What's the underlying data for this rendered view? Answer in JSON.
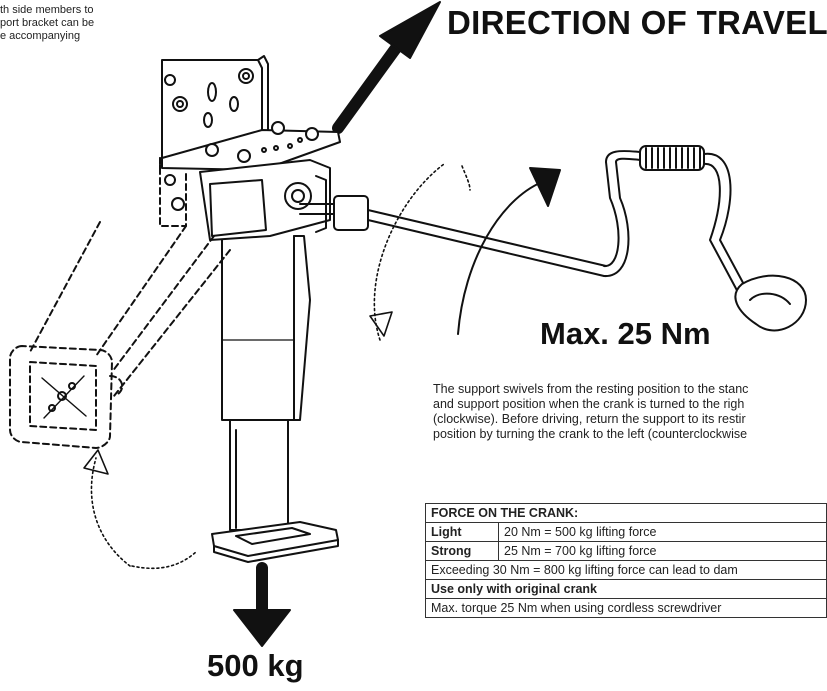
{
  "intro_lines": [
    "th side members to",
    "port bracket can be",
    "e accompanying"
  ],
  "heading": "DIRECTION OF TRAVEL",
  "torque_label": "Max. 25 Nm",
  "weight_label": "500 kg",
  "description_lines": [
    "The support swivels from the resting position to the stanc",
    "and support position when the crank is turned to the righ",
    "(clockwise). Before driving, return the support to its restir",
    "position by turning the crank to the left (counterclockwise"
  ],
  "force_table": {
    "header": "FORCE ON THE CRANK:",
    "light": {
      "label": "Light",
      "value": "20 Nm = 500 kg lifting force"
    },
    "strong": {
      "label": "Strong",
      "value": "25 Nm = 700 kg lifting force"
    },
    "exceeding": "Exceeding 30 Nm = 800 kg lifting force can lead to dam",
    "original": "Use only with original crank",
    "max_torque": "Max. torque 25 Nm when using cordless screwdriver"
  }
}
